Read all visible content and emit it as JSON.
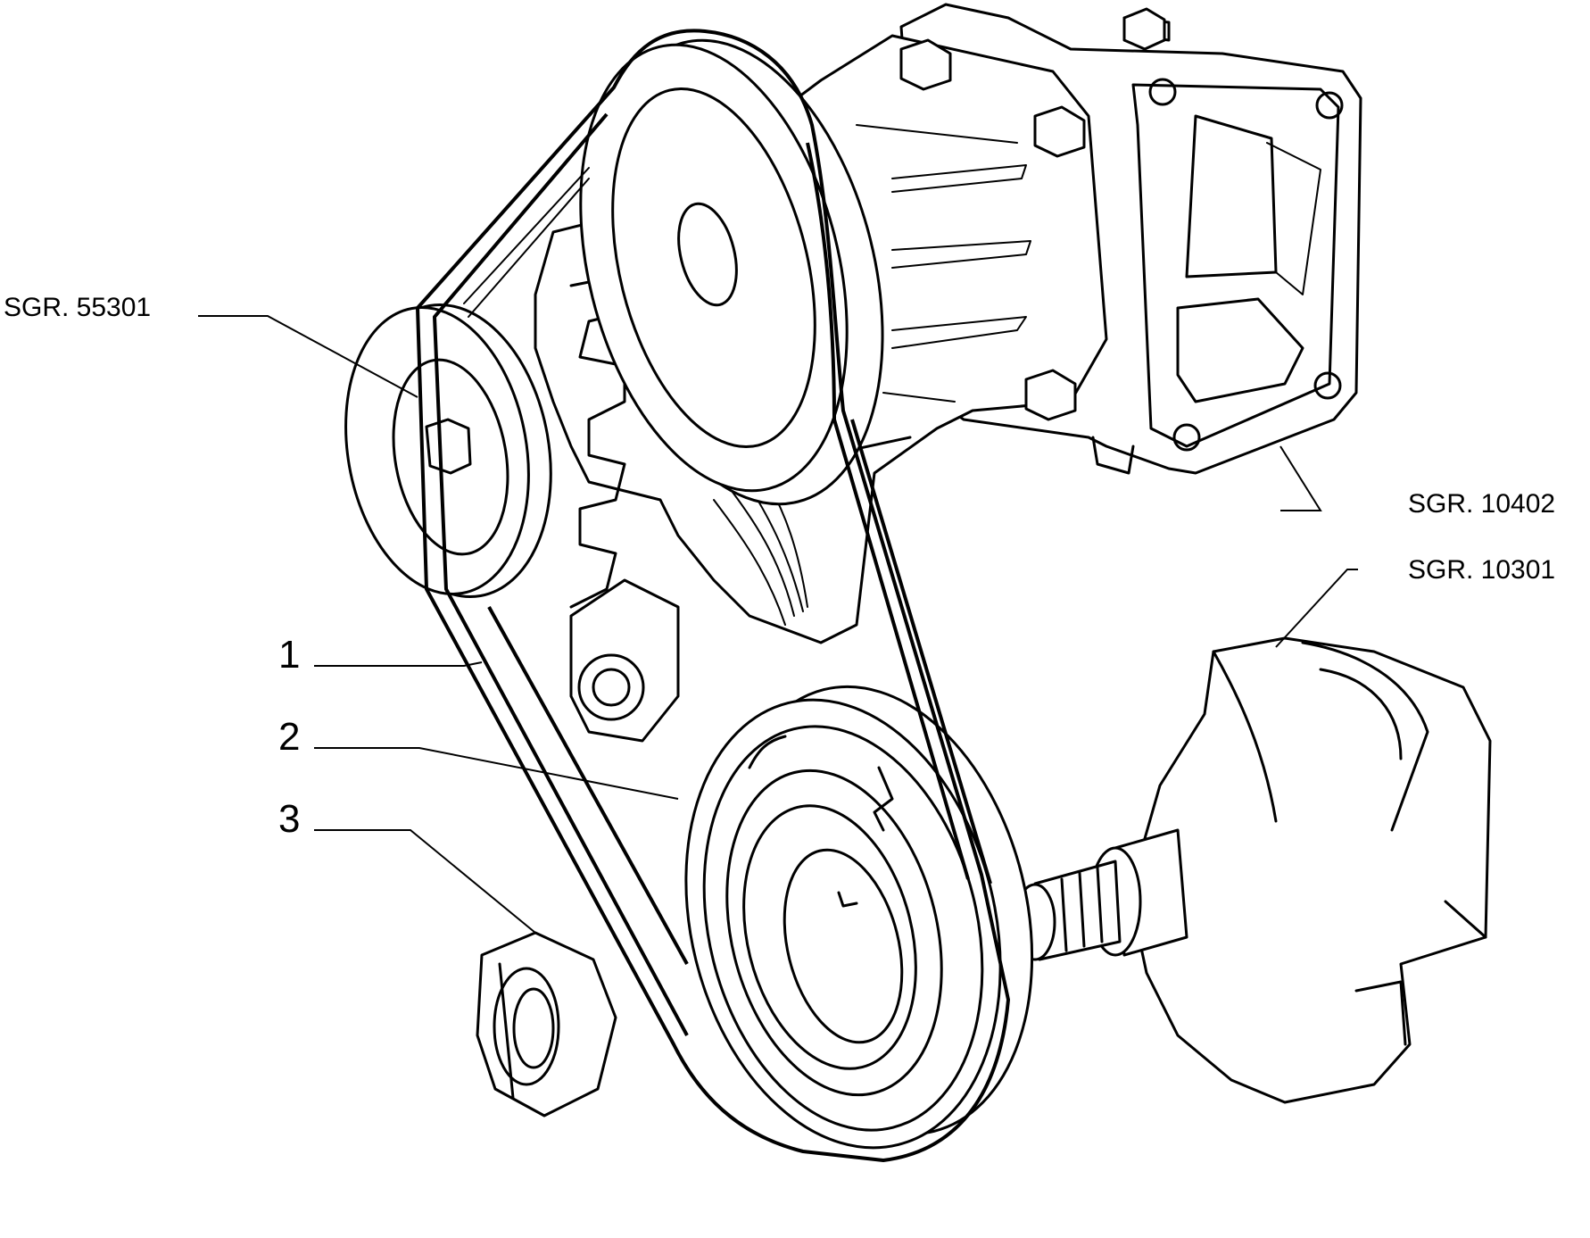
{
  "labels": {
    "sgr_55301": "SGR. 55301",
    "sgr_10402": "SGR. 10402",
    "sgr_10301": "SGR. 10301",
    "ref_1": "1",
    "ref_2": "2",
    "ref_3": "3"
  },
  "colors": {
    "ink": "#000000",
    "paper": "#ffffff"
  }
}
